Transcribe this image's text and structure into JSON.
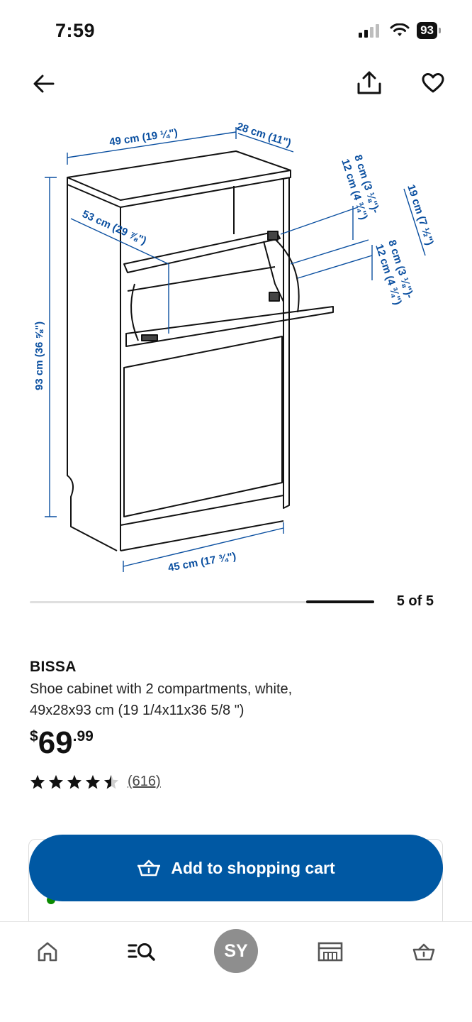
{
  "status_bar": {
    "time": "7:59",
    "battery": "93"
  },
  "product": {
    "name": "BISSA",
    "description_line1": "Shoe cabinet with 2 compartments, white,",
    "description_line2": "49x28x93 cm (19 1/4x11x36 5/8 \")",
    "price": {
      "currency": "$",
      "integer": "69",
      "decimal": ".99"
    },
    "rating": {
      "value": 4.5,
      "max": 5,
      "reviews": "(616)"
    }
  },
  "image": {
    "dimensions": {
      "width": "49 cm (19 ¼\")",
      "depth": "28 cm (11\")",
      "height": "93 cm (36 ⅝\")",
      "inner_depth": "53 cm (29 ⅞\")",
      "compartment_top": "8 cm (3 ⅛\")-",
      "compartment_top2": "12 cm (4 ¾\")",
      "compartment_bottom": "8 cm (3 ⅛\")-",
      "compartment_bottom2": "12 cm (4 ¾\")",
      "side": "19 cm (7 ½\")",
      "base": "45 cm (17 ¾\")"
    }
  },
  "carousel": {
    "page": "5 of 5",
    "progress": 1.0
  },
  "actions": {
    "add_to_cart": "Add to shopping cart"
  },
  "bottom_nav": {
    "profile_initials": "SY",
    "items": [
      "home-icon",
      "search-icon",
      "profile-avatar",
      "store-icon",
      "cart-icon"
    ]
  },
  "colors": {
    "accent": "#0058a3",
    "dimension_text": "#0a4fa0",
    "rating": "#111111"
  }
}
